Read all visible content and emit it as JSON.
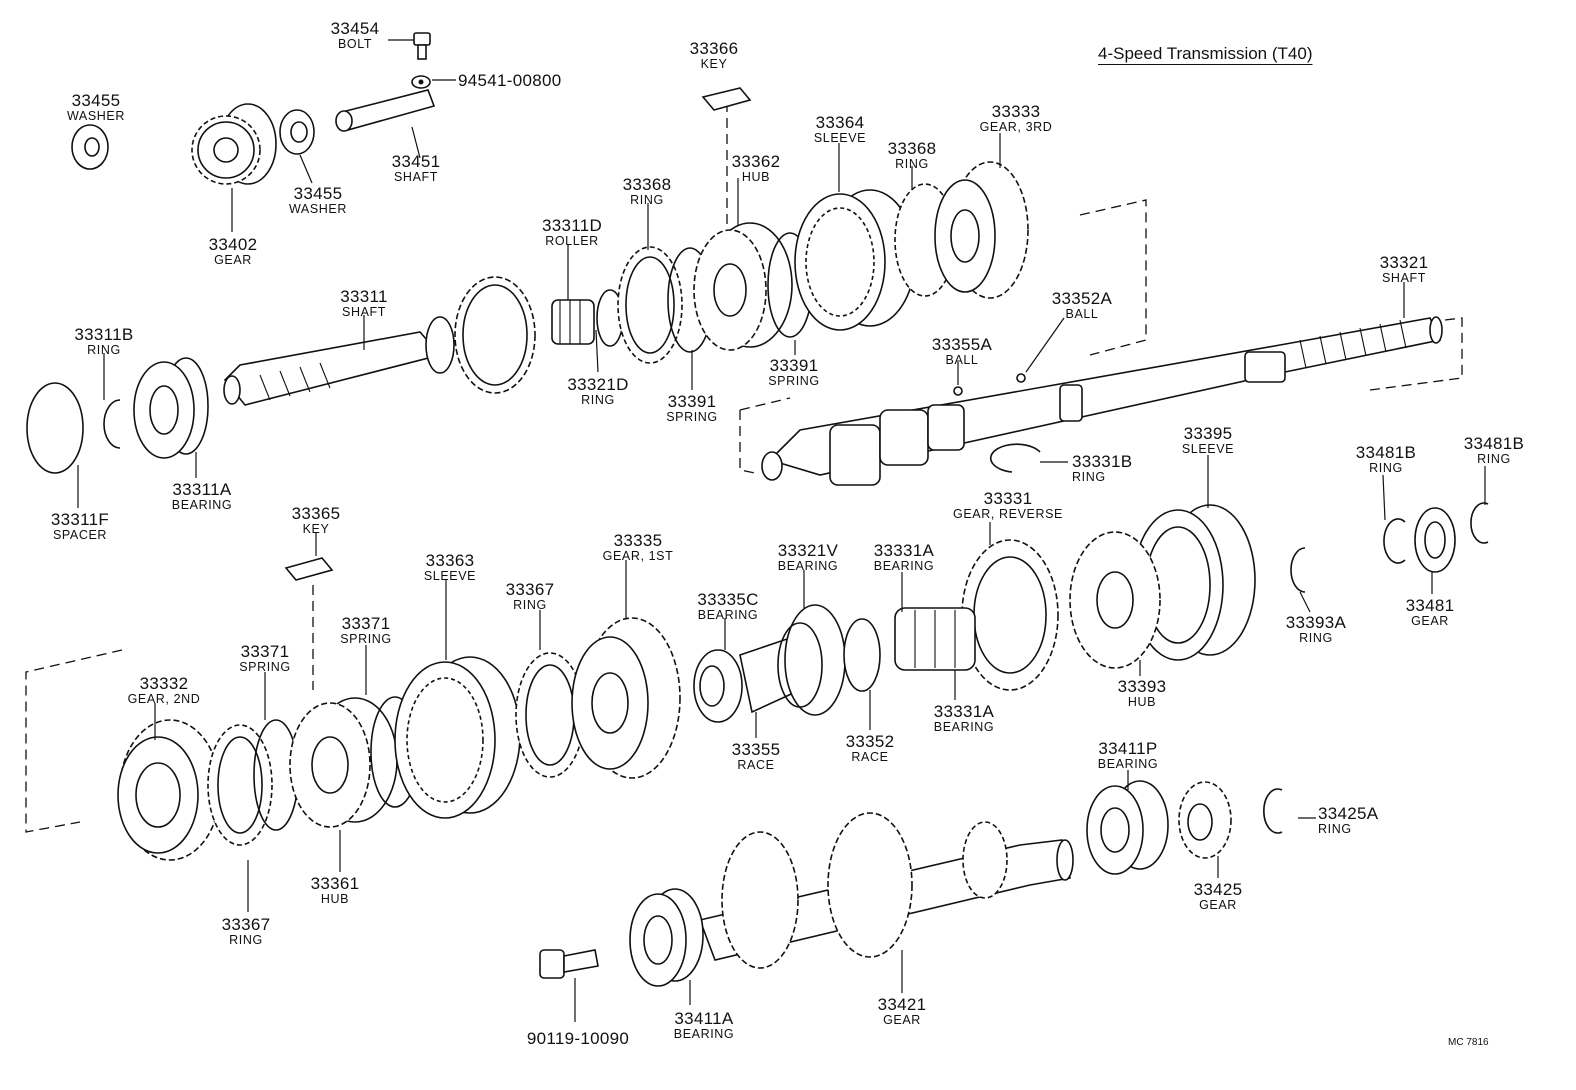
{
  "title": "4-Speed Transmission (T40)",
  "drawing_code": "MC 7816",
  "parts": [
    {
      "id": "p33454",
      "number": "33454",
      "name": "BOLT"
    },
    {
      "id": "p9454100800",
      "number": "94541-00800",
      "name": ""
    },
    {
      "id": "p33455a",
      "number": "33455",
      "name": "WASHER"
    },
    {
      "id": "p33455b",
      "number": "33455",
      "name": "WASHER"
    },
    {
      "id": "p33451",
      "number": "33451",
      "name": "SHAFT"
    },
    {
      "id": "p33402",
      "number": "33402",
      "name": "GEAR"
    },
    {
      "id": "p33366",
      "number": "33366",
      "name": "KEY"
    },
    {
      "id": "p33362",
      "number": "33362",
      "name": "HUB"
    },
    {
      "id": "p33364",
      "number": "33364",
      "name": "SLEEVE"
    },
    {
      "id": "p33368a",
      "number": "33368",
      "name": "RING"
    },
    {
      "id": "p33368b",
      "number": "33368",
      "name": "RING"
    },
    {
      "id": "p33333",
      "number": "33333",
      "name": "GEAR, 3RD"
    },
    {
      "id": "p33311D",
      "number": "33311D",
      "name": "ROLLER"
    },
    {
      "id": "p33311",
      "number": "33311",
      "name": "SHAFT"
    },
    {
      "id": "p33311B",
      "number": "33311B",
      "name": "RING"
    },
    {
      "id": "p33311A",
      "number": "33311A",
      "name": "BEARING"
    },
    {
      "id": "p33311F",
      "number": "33311F",
      "name": "SPACER"
    },
    {
      "id": "p33321D",
      "number": "33321D",
      "name": "RING"
    },
    {
      "id": "p33391a",
      "number": "33391",
      "name": "SPRING"
    },
    {
      "id": "p33391b",
      "number": "33391",
      "name": "SPRING"
    },
    {
      "id": "p33352A",
      "number": "33352A",
      "name": "BALL"
    },
    {
      "id": "p33355A",
      "number": "33355A",
      "name": "BALL"
    },
    {
      "id": "p33321",
      "number": "33321",
      "name": "SHAFT"
    },
    {
      "id": "p33331B",
      "number": "33331B",
      "name": "RING"
    },
    {
      "id": "p33395",
      "number": "33395",
      "name": "SLEEVE"
    },
    {
      "id": "p33481Ba",
      "number": "33481B",
      "name": "RING"
    },
    {
      "id": "p33481Bb",
      "number": "33481B",
      "name": "RING"
    },
    {
      "id": "p33481",
      "number": "33481",
      "name": "GEAR"
    },
    {
      "id": "p33365",
      "number": "33365",
      "name": "KEY"
    },
    {
      "id": "p33363",
      "number": "33363",
      "name": "SLEEVE"
    },
    {
      "id": "p33335",
      "number": "33335",
      "name": "GEAR, 1ST"
    },
    {
      "id": "p33321V",
      "number": "33321V",
      "name": "BEARING"
    },
    {
      "id": "p33331Aa",
      "number": "33331A",
      "name": "BEARING"
    },
    {
      "id": "p33331",
      "number": "33331",
      "name": "GEAR, REVERSE"
    },
    {
      "id": "p33367a",
      "number": "33367",
      "name": "RING"
    },
    {
      "id": "p33335C",
      "number": "33335C",
      "name": "BEARING"
    },
    {
      "id": "p33371a",
      "number": "33371",
      "name": "SPRING"
    },
    {
      "id": "p33371b",
      "number": "33371",
      "name": "SPRING"
    },
    {
      "id": "p33393A",
      "number": "33393A",
      "name": "RING"
    },
    {
      "id": "p33332",
      "number": "33332",
      "name": "GEAR, 2ND"
    },
    {
      "id": "p33393",
      "number": "33393",
      "name": "HUB"
    },
    {
      "id": "p33331Ab",
      "number": "33331A",
      "name": "BEARING"
    },
    {
      "id": "p33355",
      "number": "33355",
      "name": "RACE"
    },
    {
      "id": "p33352",
      "number": "33352",
      "name": "RACE"
    },
    {
      "id": "p33411P",
      "number": "33411P",
      "name": "BEARING"
    },
    {
      "id": "p33425A",
      "number": "33425A",
      "name": "RING"
    },
    {
      "id": "p33361",
      "number": "33361",
      "name": "HUB"
    },
    {
      "id": "p33367b",
      "number": "33367",
      "name": "RING"
    },
    {
      "id": "p33425",
      "number": "33425",
      "name": "GEAR"
    },
    {
      "id": "p33411A",
      "number": "33411A",
      "name": "BEARING"
    },
    {
      "id": "p33421",
      "number": "33421",
      "name": "GEAR"
    },
    {
      "id": "p9011910090",
      "number": "90119-10090",
      "name": ""
    }
  ]
}
